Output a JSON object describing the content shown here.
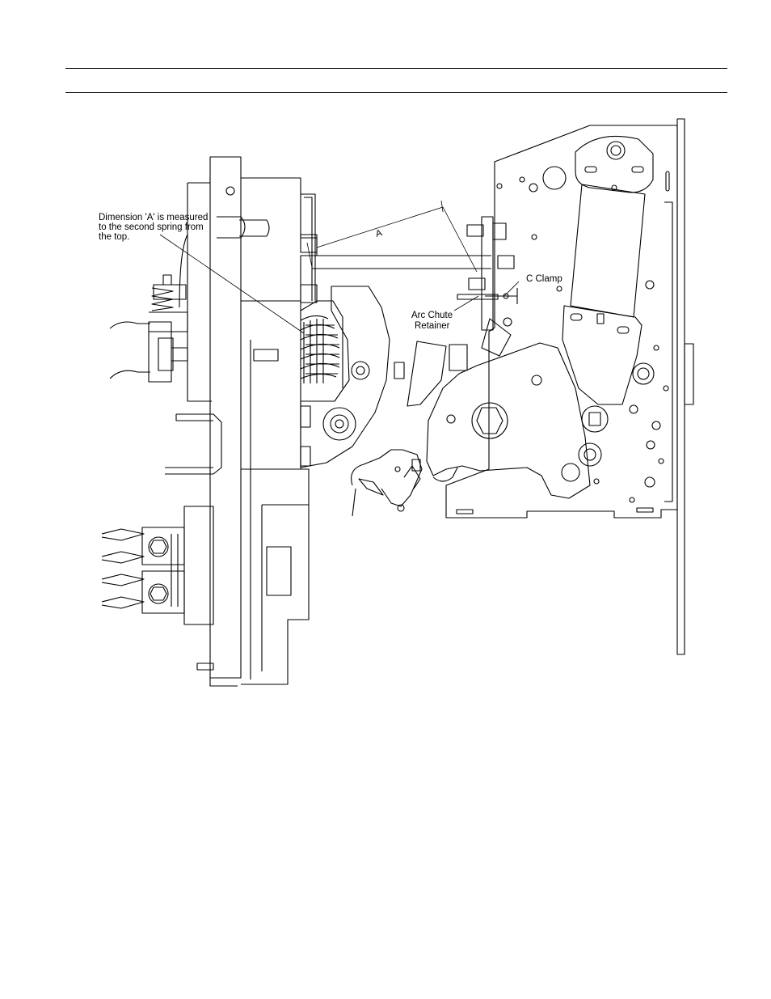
{
  "header": {},
  "figure": {
    "callouts": {
      "dimension_note": [
        "Dimension 'A' is measured",
        "to the second spring from",
        "the top."
      ],
      "dimension_label": "A",
      "c_clamp": "C Clamp",
      "arc_chute_retainer": [
        "Arc Chute",
        "Retainer"
      ]
    }
  }
}
